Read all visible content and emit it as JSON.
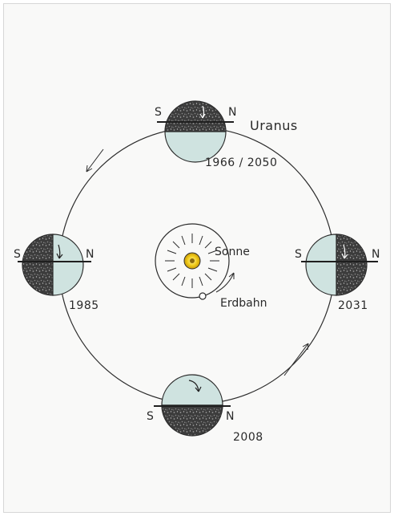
{
  "planet_label": "Uranus",
  "center": {
    "sun_label": "Sonne",
    "earth_orbit_label": "Erdbahn"
  },
  "positions": [
    {
      "id": "top",
      "year": "1966 / 2050",
      "south": "S",
      "north": "N"
    },
    {
      "id": "left",
      "year": "1985",
      "south": "S",
      "north": "N"
    },
    {
      "id": "right",
      "year": "2031",
      "south": "S",
      "north": "N"
    },
    {
      "id": "bottom",
      "year": "2008",
      "south": "S",
      "north": "N"
    }
  ],
  "colors": {
    "dark_hemisphere": "#3a3a3a",
    "light_hemisphere": "#cfe3e0",
    "sun": "#f1cc1a",
    "line": "#2b2b2b"
  }
}
